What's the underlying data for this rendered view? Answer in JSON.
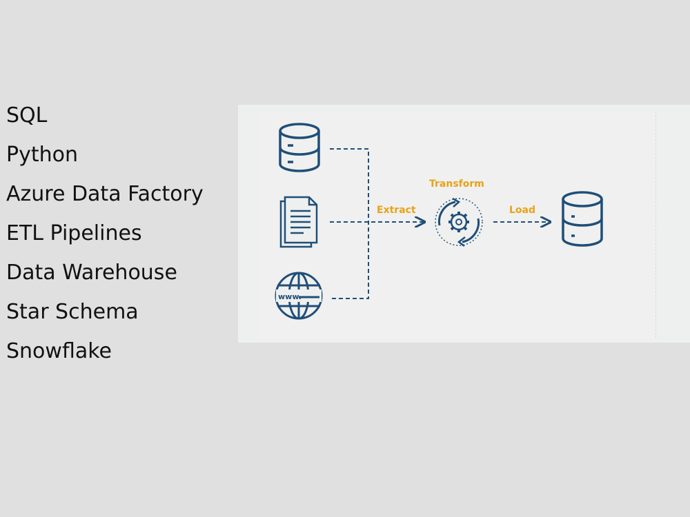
{
  "skills": [
    "SQL",
    "Python",
    "Azure Data Factory",
    "ETL Pipelines",
    "Data Warehouse",
    "Star Schema",
    "Snowflake"
  ],
  "diagram": {
    "extract_label": "Extract",
    "transform_label": "Transform",
    "load_label": "Load",
    "web_icon_text": "www.",
    "colors": {
      "icon": "#1f4e79",
      "label": "#e8a317",
      "panel": "#eef0ef"
    }
  }
}
